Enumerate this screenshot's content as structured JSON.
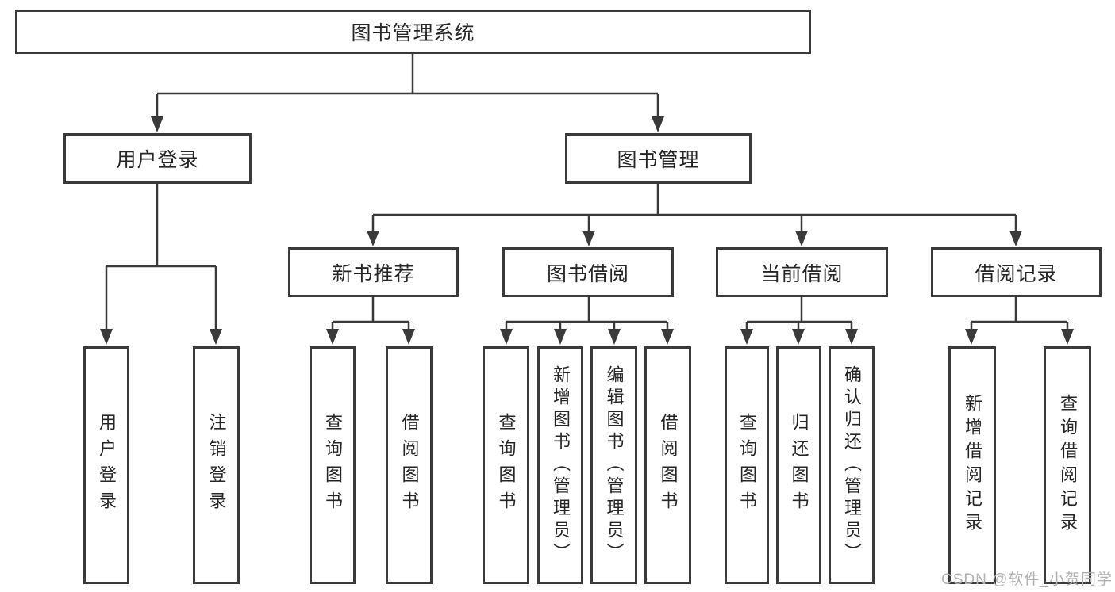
{
  "colors": {
    "border": "#3a3a3a",
    "line": "#3a3a3a",
    "text": "#262626",
    "watermark": "#b1b1b1",
    "background": "#ffffff"
  },
  "diagram": {
    "type": "hierarchy-tree",
    "title": "图书管理系统",
    "nodes": {
      "root": {
        "label": "图书管理系统"
      },
      "user_login": {
        "label": "用户登录"
      },
      "book_mgmt": {
        "label": "图书管理"
      },
      "new_book_rec": {
        "label": "新书推荐"
      },
      "book_borrow": {
        "label": "图书借阅"
      },
      "current_borrow": {
        "label": "当前借阅"
      },
      "borrow_records": {
        "label": "借阅记录"
      },
      "login": {
        "label": "用户登录"
      },
      "logout": {
        "label": "注销登录"
      },
      "rec_query": {
        "label": "查询图书"
      },
      "rec_borrow": {
        "label": "借阅图书"
      },
      "bb_query": {
        "label": "查询图书"
      },
      "bb_add": {
        "label": "新增图书（管理员）"
      },
      "bb_edit": {
        "label": "编辑图书（管理员）"
      },
      "bb_lend": {
        "label": "借阅图书"
      },
      "cb_query": {
        "label": "查询图书"
      },
      "cb_return": {
        "label": "归还图书"
      },
      "cb_confirm": {
        "label": "确认归还（管理员）"
      },
      "br_add": {
        "label": "新增借阅记录"
      },
      "br_query": {
        "label": "查询借阅记录"
      }
    },
    "edges": [
      [
        "root",
        "user_login"
      ],
      [
        "root",
        "book_mgmt"
      ],
      [
        "user_login",
        "login"
      ],
      [
        "user_login",
        "logout"
      ],
      [
        "book_mgmt",
        "new_book_rec"
      ],
      [
        "book_mgmt",
        "book_borrow"
      ],
      [
        "book_mgmt",
        "current_borrow"
      ],
      [
        "book_mgmt",
        "borrow_records"
      ],
      [
        "new_book_rec",
        "rec_query"
      ],
      [
        "new_book_rec",
        "rec_borrow"
      ],
      [
        "book_borrow",
        "bb_query"
      ],
      [
        "book_borrow",
        "bb_add"
      ],
      [
        "book_borrow",
        "bb_edit"
      ],
      [
        "book_borrow",
        "bb_lend"
      ],
      [
        "current_borrow",
        "cb_query"
      ],
      [
        "current_borrow",
        "cb_return"
      ],
      [
        "current_borrow",
        "cb_confirm"
      ],
      [
        "borrow_records",
        "br_add"
      ],
      [
        "borrow_records",
        "br_query"
      ]
    ]
  },
  "watermark": {
    "text": "CSDN @软件_小贺同学"
  }
}
